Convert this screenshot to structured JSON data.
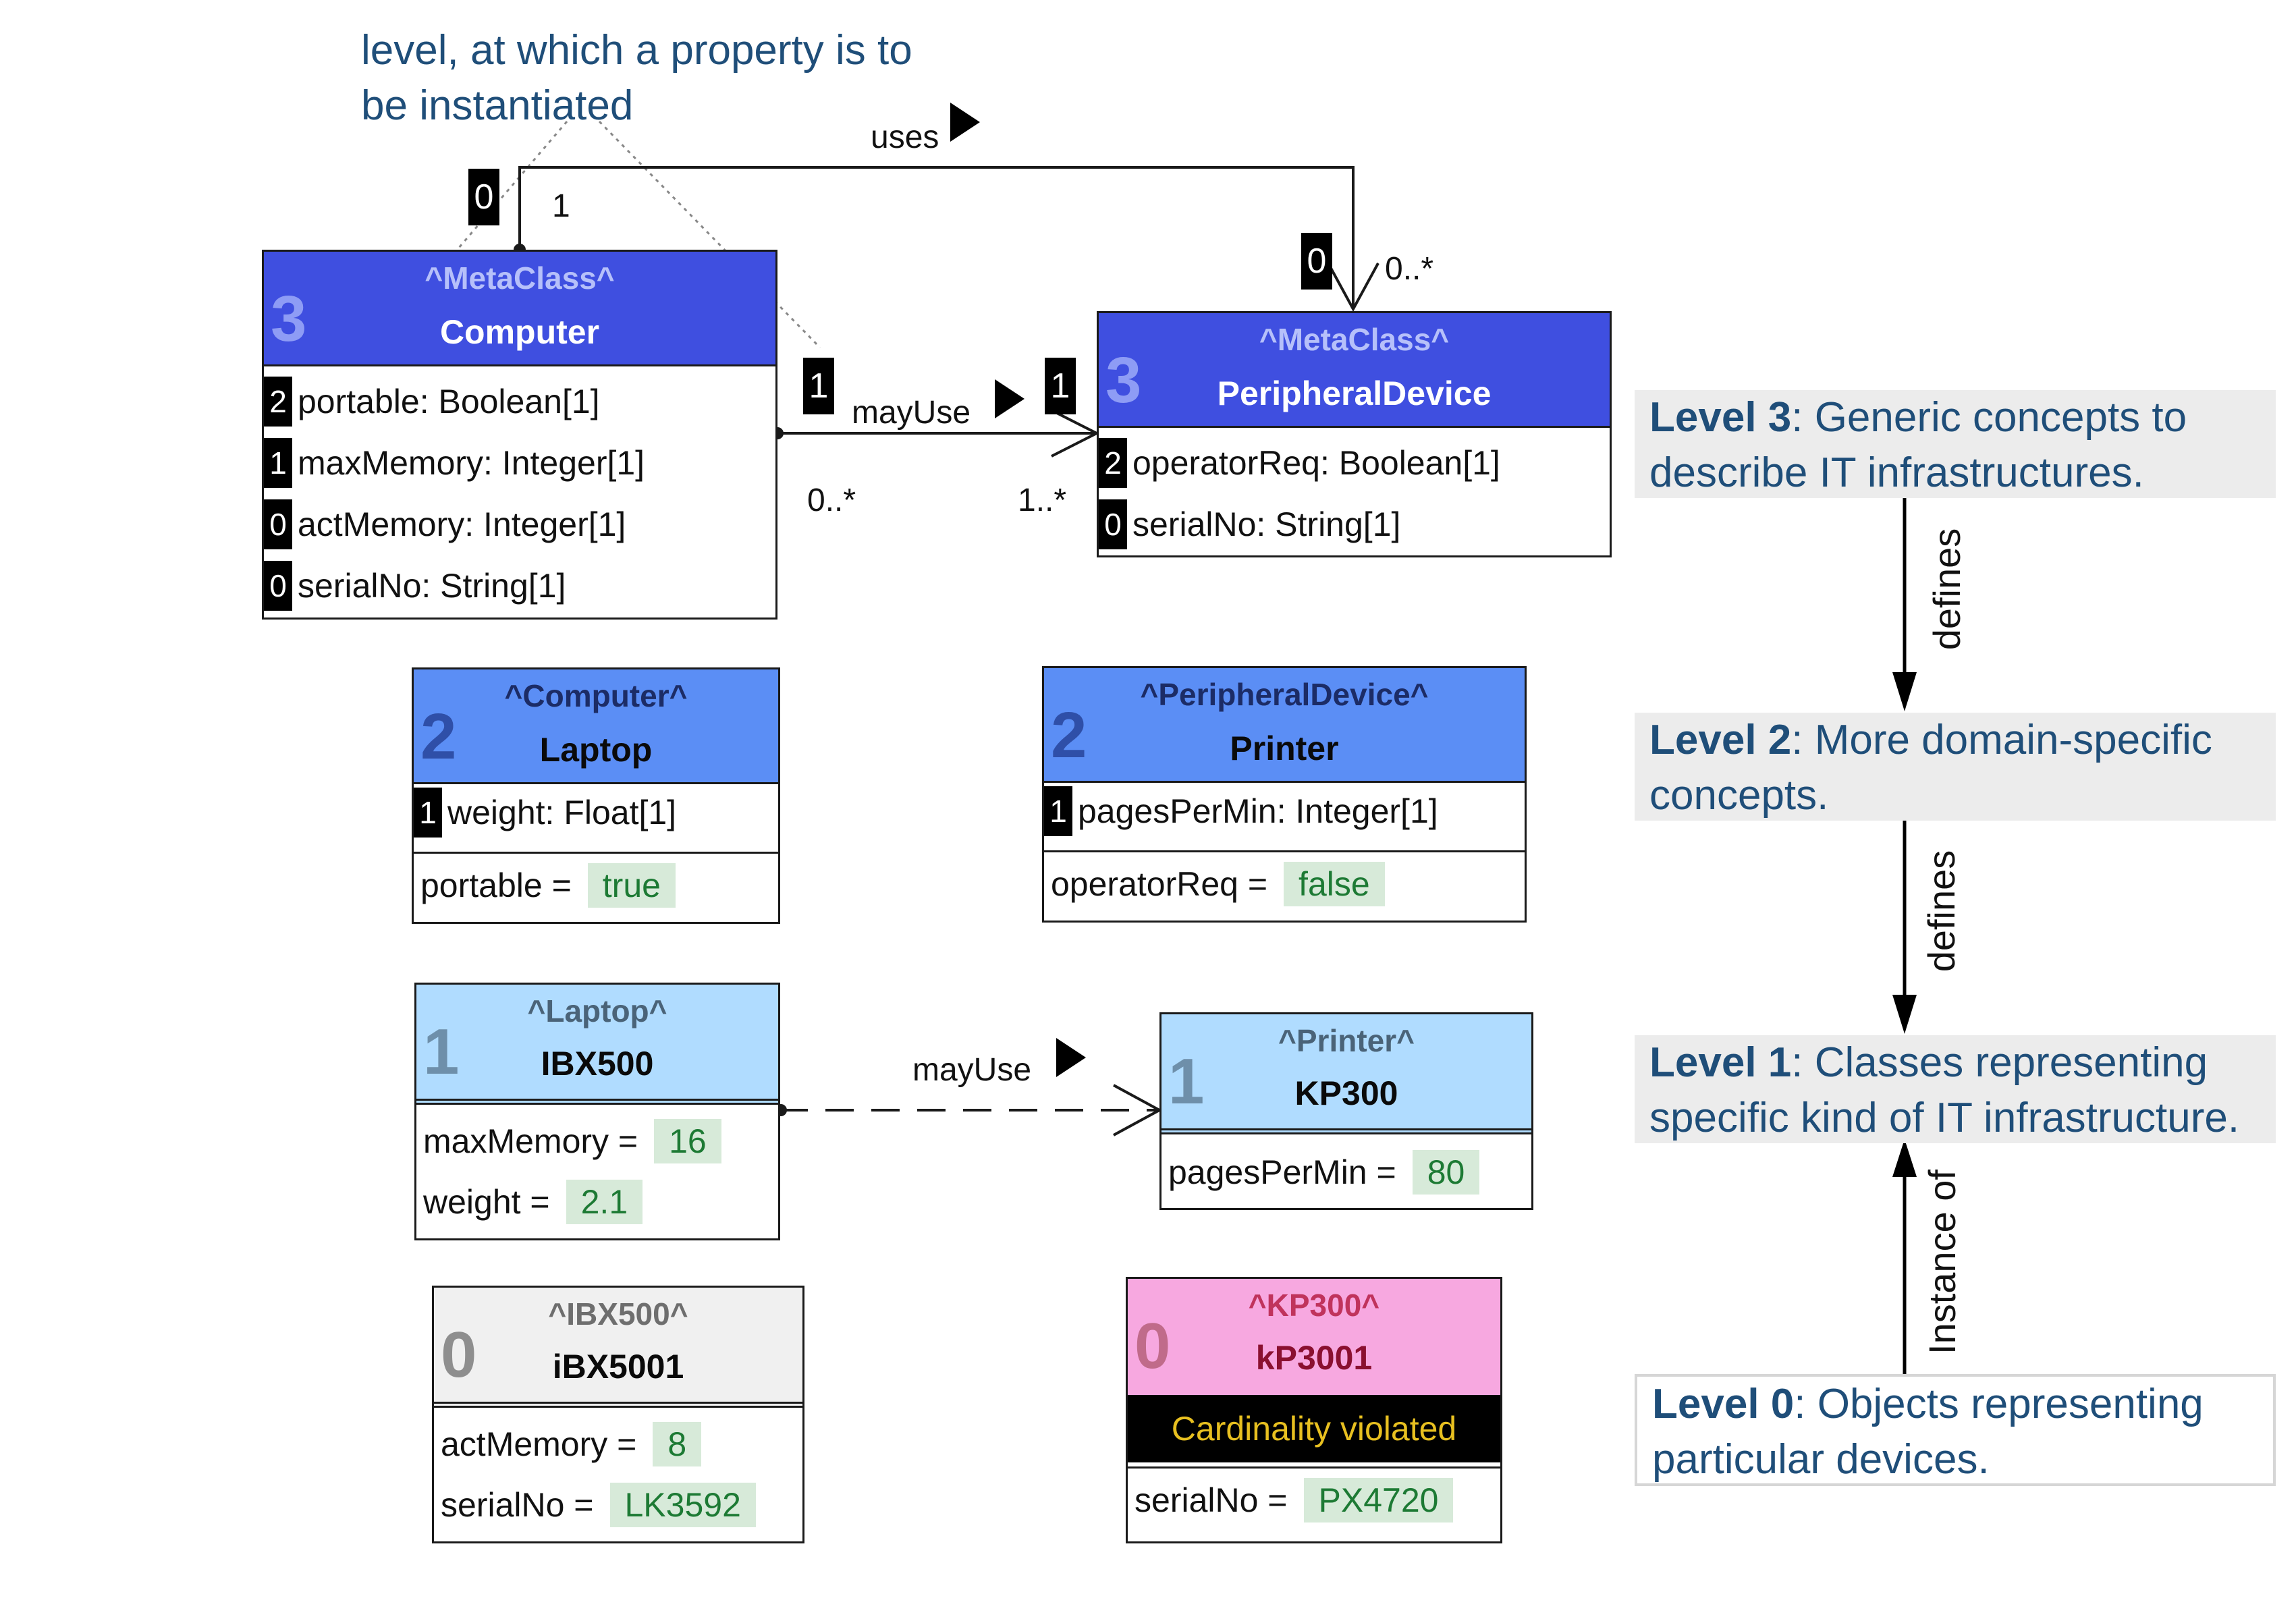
{
  "annotation": {
    "line1": "level, at which a property is to",
    "line2": "be instantiated"
  },
  "colors": {
    "level3_header": "#3f4fe0",
    "level2_header": "#5b8ef5",
    "level1_header": "#b0dcff",
    "level0_header_plain": "#f0f0f0",
    "level0_header_error": "#f7a8e0",
    "value_background": "#d7ead9",
    "value_text": "#1d7a34",
    "level_text": "#1f4e79",
    "error_text": "#e8c020"
  },
  "associations": {
    "uses": {
      "label": "uses",
      "source_level": "0",
      "source_mult": "1",
      "target_level": "0",
      "target_mult": "0..*"
    },
    "mayUse": {
      "label": "mayUse",
      "source_level": "1",
      "source_mult": "0..*",
      "target_level": "1",
      "target_mult": "1..*"
    },
    "mayUse_instance": {
      "label": "mayUse"
    }
  },
  "classes": {
    "computer": {
      "level": "3",
      "stereotype": "^MetaClass^",
      "name": "Computer",
      "attributes": [
        {
          "level": "2",
          "text": "portable: Boolean[1]"
        },
        {
          "level": "1",
          "text": "maxMemory: Integer[1]"
        },
        {
          "level": "0",
          "text": "actMemory: Integer[1]"
        },
        {
          "level": "0",
          "text": "serialNo: String[1]"
        }
      ]
    },
    "peripheral": {
      "level": "3",
      "stereotype": "^MetaClass^",
      "name": "PeripheralDevice",
      "attributes": [
        {
          "level": "2",
          "text": "operatorReq: Boolean[1]"
        },
        {
          "level": "0",
          "text": "serialNo: String[1]"
        }
      ]
    },
    "laptop": {
      "level": "2",
      "stereotype": "^Computer^",
      "name": "Laptop",
      "attributes": [
        {
          "level": "1",
          "text": "weight: Float[1]"
        }
      ],
      "slots": [
        {
          "name": "portable =",
          "value": "true"
        }
      ]
    },
    "printer": {
      "level": "2",
      "stereotype": "^PeripheralDevice^",
      "name": "Printer",
      "attributes": [
        {
          "level": "1",
          "text": "pagesPerMin: Integer[1]"
        }
      ],
      "slots": [
        {
          "name": "operatorReq =",
          "value": "false"
        }
      ]
    },
    "ibx500": {
      "level": "1",
      "stereotype": "^Laptop^",
      "name": "IBX500",
      "slots": [
        {
          "name": "maxMemory =",
          "value": "16"
        },
        {
          "name": "weight =",
          "value": "2.1"
        }
      ]
    },
    "kp300": {
      "level": "1",
      "stereotype": "^Printer^",
      "name": "KP300",
      "slots": [
        {
          "name": "pagesPerMin =",
          "value": "80"
        }
      ]
    },
    "ibx5001": {
      "level": "0",
      "stereotype": "^IBX500^",
      "name": "iBX5001",
      "slots": [
        {
          "name": "actMemory =",
          "value": "8"
        },
        {
          "name": "serialNo =",
          "value": "LK3592"
        }
      ]
    },
    "kp3001": {
      "level": "0",
      "stereotype": "^KP300^",
      "name": "kP3001",
      "error": "Cardinality violated",
      "slots": [
        {
          "name": "serialNo =",
          "value": "PX4720"
        }
      ]
    }
  },
  "levels": [
    {
      "title": "Level 3",
      "text_line1": ":  Generic concepts to",
      "text_line2": "describe IT infrastructures."
    },
    {
      "title": "Level 2",
      "text_line1": ": More domain-specific",
      "text_line2": "concepts."
    },
    {
      "title": "Level 1",
      "text_line1": ": Classes representing",
      "text_line2": "specific kind of IT infrastructure."
    },
    {
      "title": "Level 0",
      "text_line1": ": Objects representing",
      "text_line2": "particular devices."
    }
  ],
  "level_arrows": {
    "defines_1": "defines",
    "defines_2": "defines",
    "instance_of": "Instance of"
  }
}
